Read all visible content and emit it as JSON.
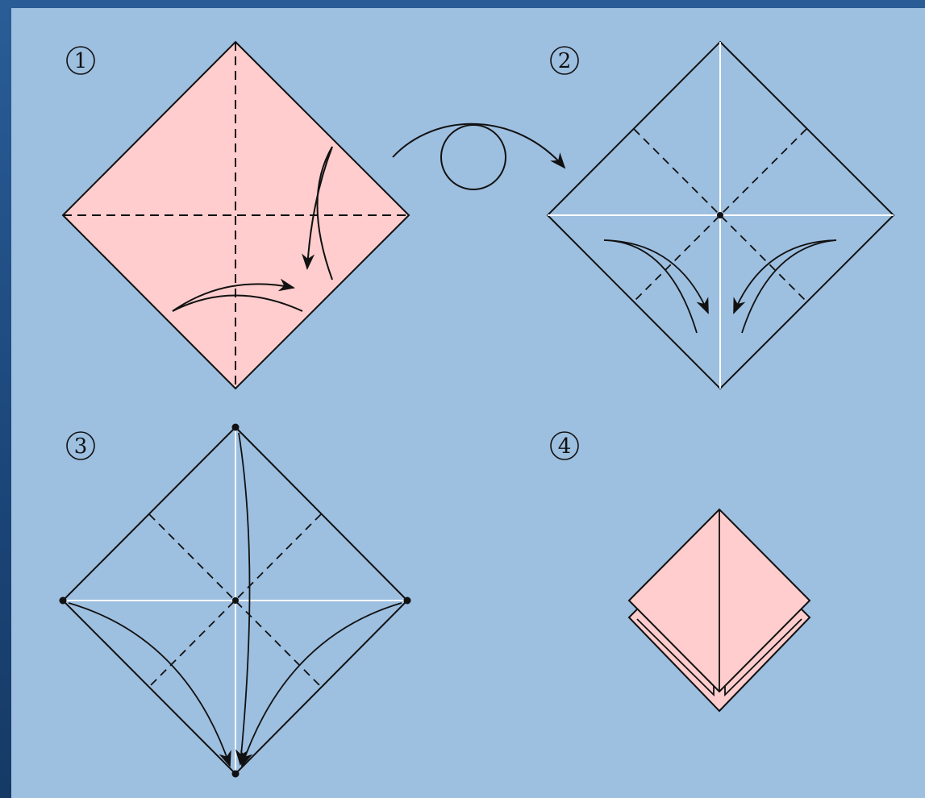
{
  "colors": {
    "background_frame": "#1d4d82",
    "panel": "#9dbfe0",
    "paper_pink": "#ffcdcd",
    "line": "#111111"
  },
  "steps": [
    {
      "number": "1"
    },
    {
      "number": "2"
    },
    {
      "number": "3"
    },
    {
      "number": "4"
    }
  ],
  "icons": {
    "turn_over": "turn-over-icon",
    "fold_arrow": "fold-arrow-icon"
  }
}
